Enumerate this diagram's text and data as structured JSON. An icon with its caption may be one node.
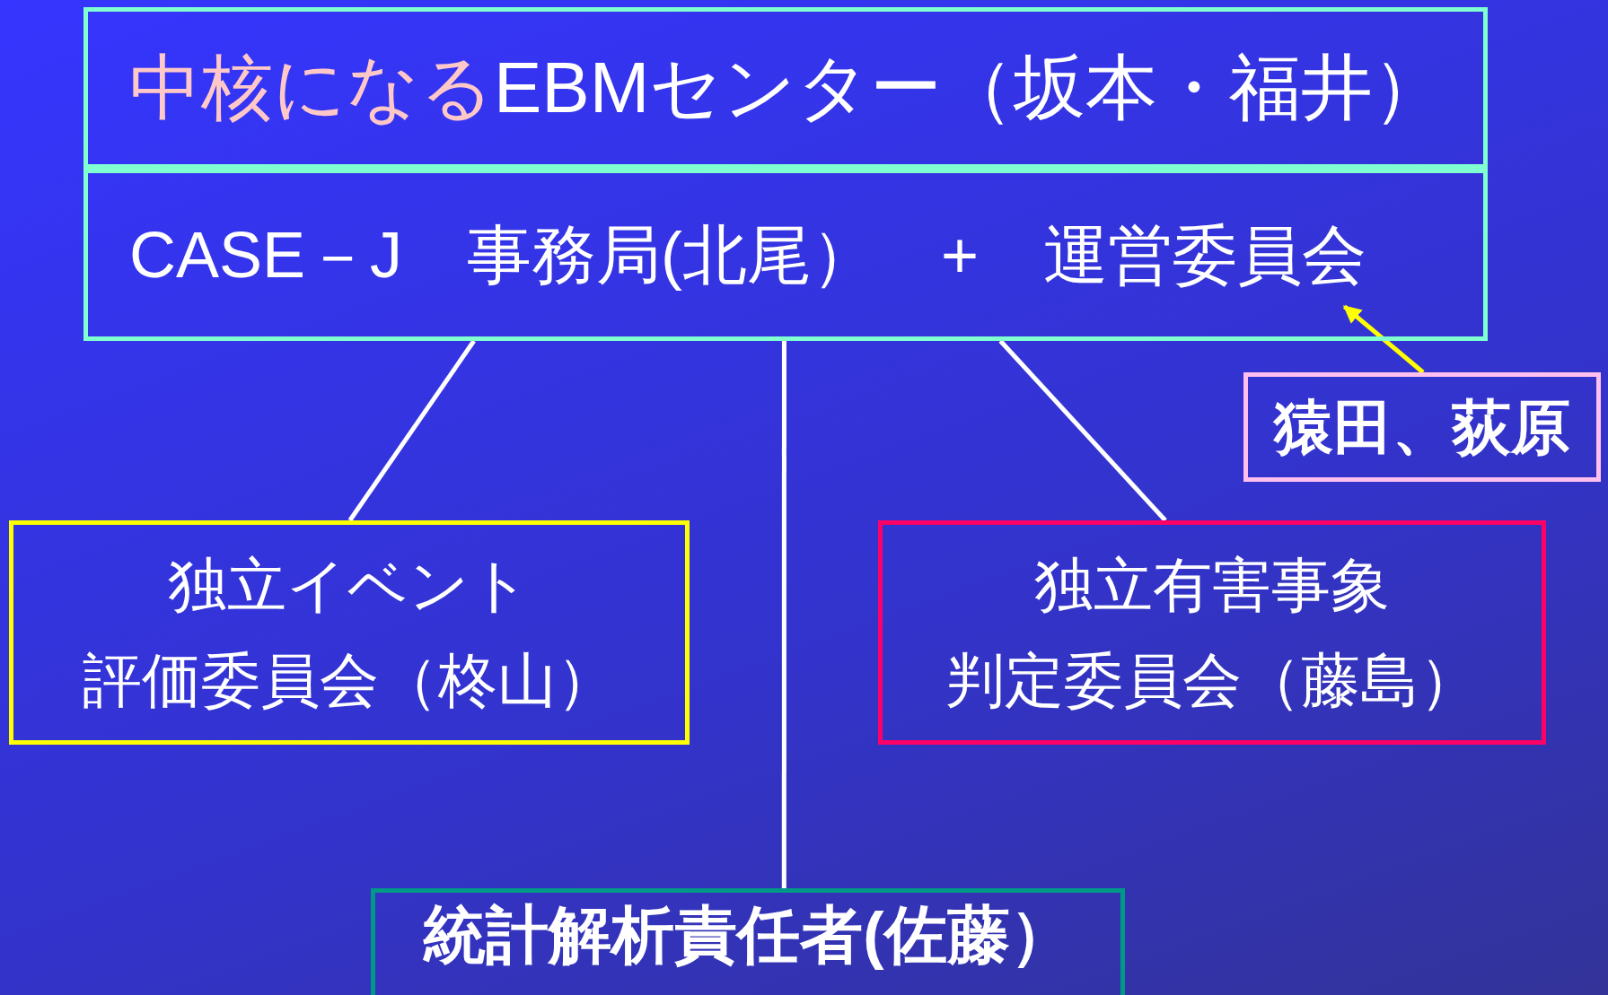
{
  "diagram": {
    "nodes": [
      {
        "text": [
          "中核になる",
          "EBMセンター（坂本・福井）"
        ]
      },
      {
        "text": [
          "CASE－J　事務局(北尾）　+　運営委員会"
        ]
      },
      {
        "text": [
          "猿田、荻原"
        ]
      },
      {
        "text": [
          "独立イベント",
          "評価委員会（柊山）"
        ]
      },
      {
        "text": [
          "独立有害事象",
          "判定委員会（藤島）"
        ]
      },
      {
        "text": [
          "統計解析責任者(佐藤）"
        ]
      }
    ],
    "edges": [
      {
        "from": 2,
        "to": 1,
        "arrow": "to",
        "color": "#ffff00"
      },
      {
        "from": 1,
        "to": 3,
        "arrow": "none"
      },
      {
        "from": 1,
        "to": 5,
        "arrow": "none"
      },
      {
        "from": 1,
        "to": 4,
        "arrow": "none"
      }
    ]
  }
}
